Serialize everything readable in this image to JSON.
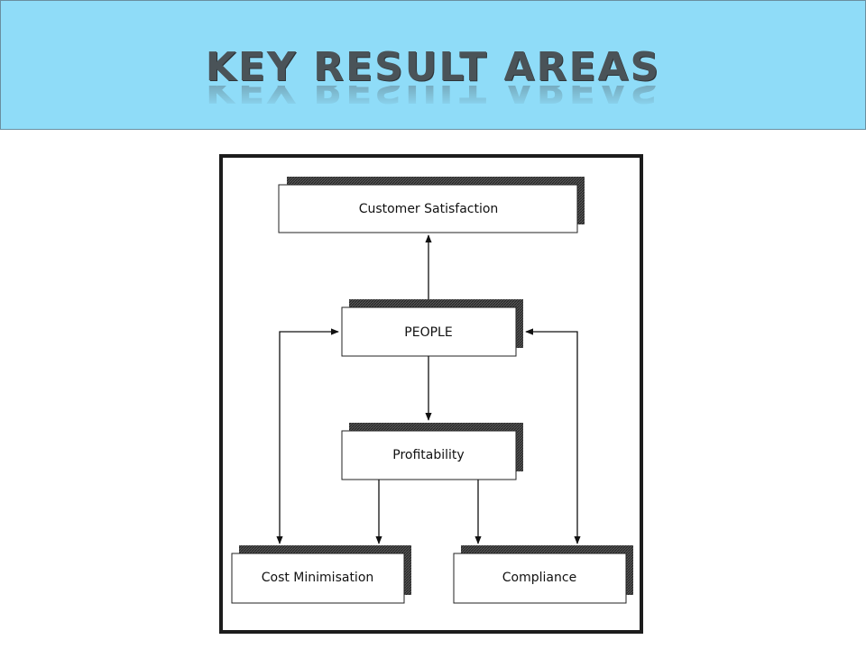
{
  "header": {
    "title": "KEY RESULT AREAS"
  },
  "diagram": {
    "nodes": {
      "customer_satisfaction": "Customer Satisfaction",
      "people": "PEOPLE",
      "profitability": "Profitability",
      "cost_minimisation": "Cost Minimisation",
      "compliance": "Compliance"
    }
  },
  "colors": {
    "banner": "#8fdcf8",
    "title": "#4a5358",
    "frame": "#1c1c1c",
    "shadow": "#444444"
  }
}
